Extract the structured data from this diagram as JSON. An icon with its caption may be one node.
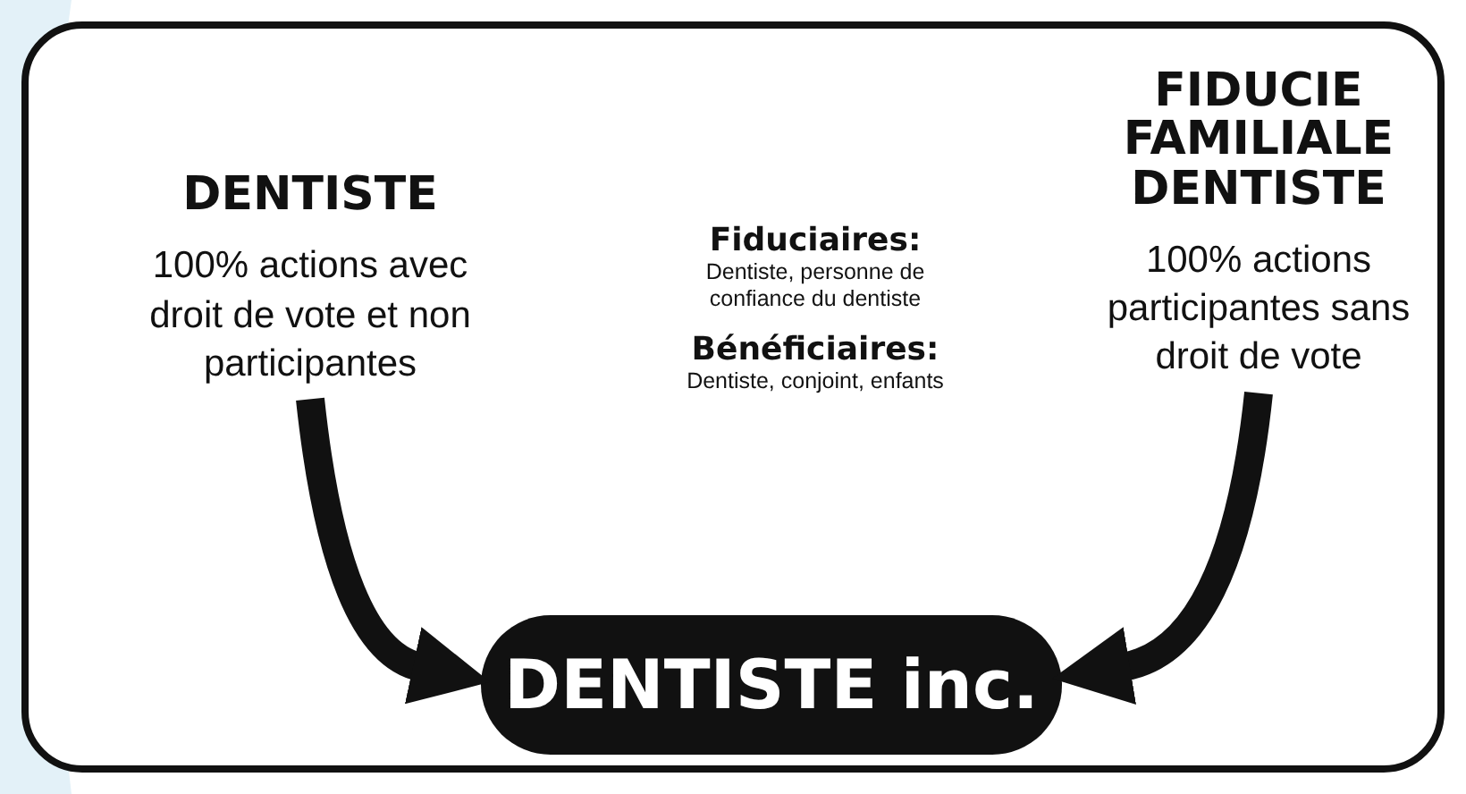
{
  "diagram": {
    "nodes": [
      {
        "text": [],
        "shape": "box"
      },
      {
        "text": [
          "DENTISTE",
          "100% actions avec droit de vote et non participantes"
        ],
        "in": 0
      },
      {
        "text": [
          "FIDUCIE FAMILIALE DENTISTE",
          "100% actions participantes sans droit de vote"
        ],
        "in": 0
      },
      {
        "text": [
          "DENTISTE inc."
        ],
        "in": 0
      }
    ],
    "edges": [
      {
        "from": 1,
        "to": 3,
        "arrow": "to"
      },
      {
        "from": 2,
        "to": 3,
        "arrow": "to"
      }
    ],
    "labels": [
      "Fiduciaires:",
      "Dentiste, personne de confiance du dentiste",
      "Bénéficiaires:",
      "Dentiste, conjoint, enfants"
    ]
  }
}
